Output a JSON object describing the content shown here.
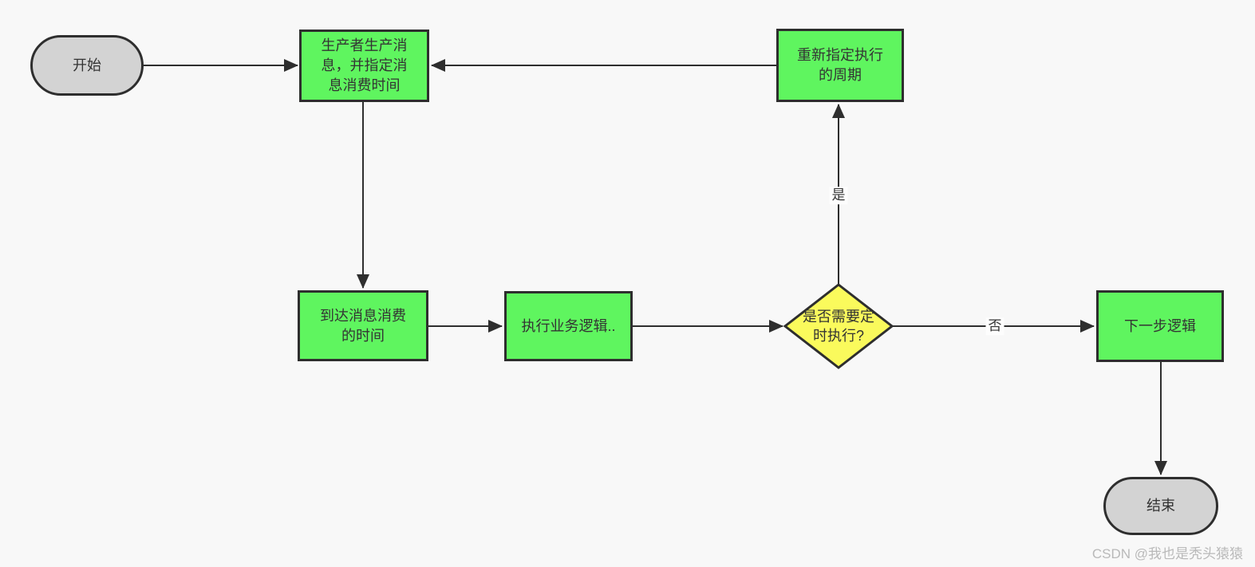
{
  "diagram": {
    "nodes": {
      "start": {
        "label": "开始",
        "shape": "terminator"
      },
      "produce": {
        "label": "生产者生产消\n息，并指定消\n息消费时间",
        "shape": "process"
      },
      "reschedule": {
        "label": "重新指定执行\n的周期",
        "shape": "process"
      },
      "arrive": {
        "label": "到达消息消费\n的时间",
        "shape": "process"
      },
      "execute": {
        "label": "执行业务逻辑..",
        "shape": "process"
      },
      "decision": {
        "label": "是否需要定\n时执行?",
        "shape": "decision"
      },
      "next_step": {
        "label": "下一步逻辑",
        "shape": "process"
      },
      "end": {
        "label": "结束",
        "shape": "terminator"
      }
    },
    "edge_labels": {
      "yes": "是",
      "no": "否"
    },
    "colors": {
      "process": "#5ff55f",
      "decision": "#fafa5c",
      "terminator": "#d3d3d3",
      "stroke": "#2e2e2e",
      "text": "#333333",
      "background": "#f8f8f8",
      "watermark": "#b9b9b9"
    },
    "watermark": "CSDN @我也是秃头猿猿"
  }
}
